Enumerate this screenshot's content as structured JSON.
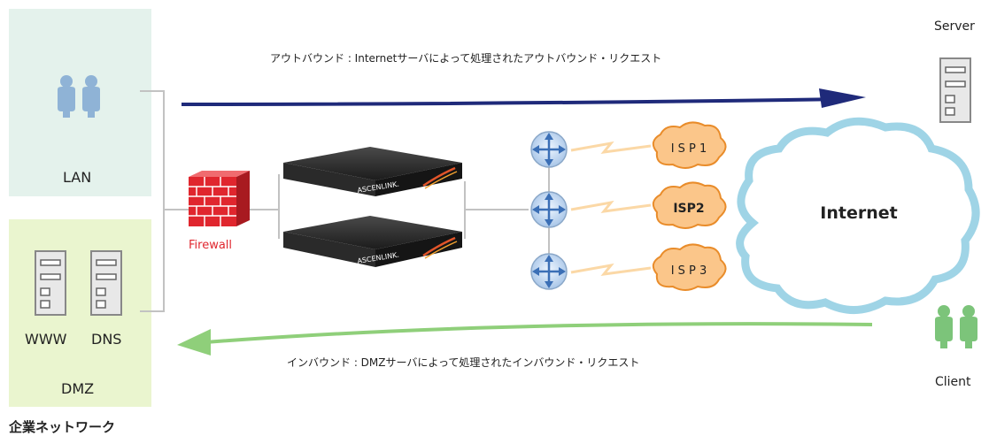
{
  "lan": {
    "label": "LAN"
  },
  "dmz": {
    "label": "DMZ",
    "www_label": "WWW",
    "dns_label": "DNS"
  },
  "enterprise_network": "企業ネットワーク",
  "firewall": {
    "label": "Firewall"
  },
  "appliance": {
    "brand": "ASCENLINK."
  },
  "isps": [
    "I S P 1",
    "ISP2",
    "I S P 3"
  ],
  "internet": {
    "label": "Internet"
  },
  "server": {
    "label": "Server"
  },
  "client": {
    "label": "Client"
  },
  "outbound": {
    "text": "アウトバウンド : Internetサーバによって処理されたアウトバウンド・リクエスト"
  },
  "inbound": {
    "text": "インバウンド : DMZサーバによって処理されたインバウンド・リクエスト"
  },
  "colors": {
    "lan_bg": "#e4f2ec",
    "dmz_bg": "#eaf5cf",
    "outbound_arrow": "#1f2a7a",
    "inbound_arrow": "#8fcf7a",
    "people_lan": "#8fb3d6",
    "people_client": "#7cc47a",
    "isp_fill": "#fbc68a",
    "isp_stroke": "#e98c2a",
    "cloud_stroke": "#9fd4e6",
    "firewall_red": "#e0262e",
    "router_blue": "#3b6fb6"
  }
}
